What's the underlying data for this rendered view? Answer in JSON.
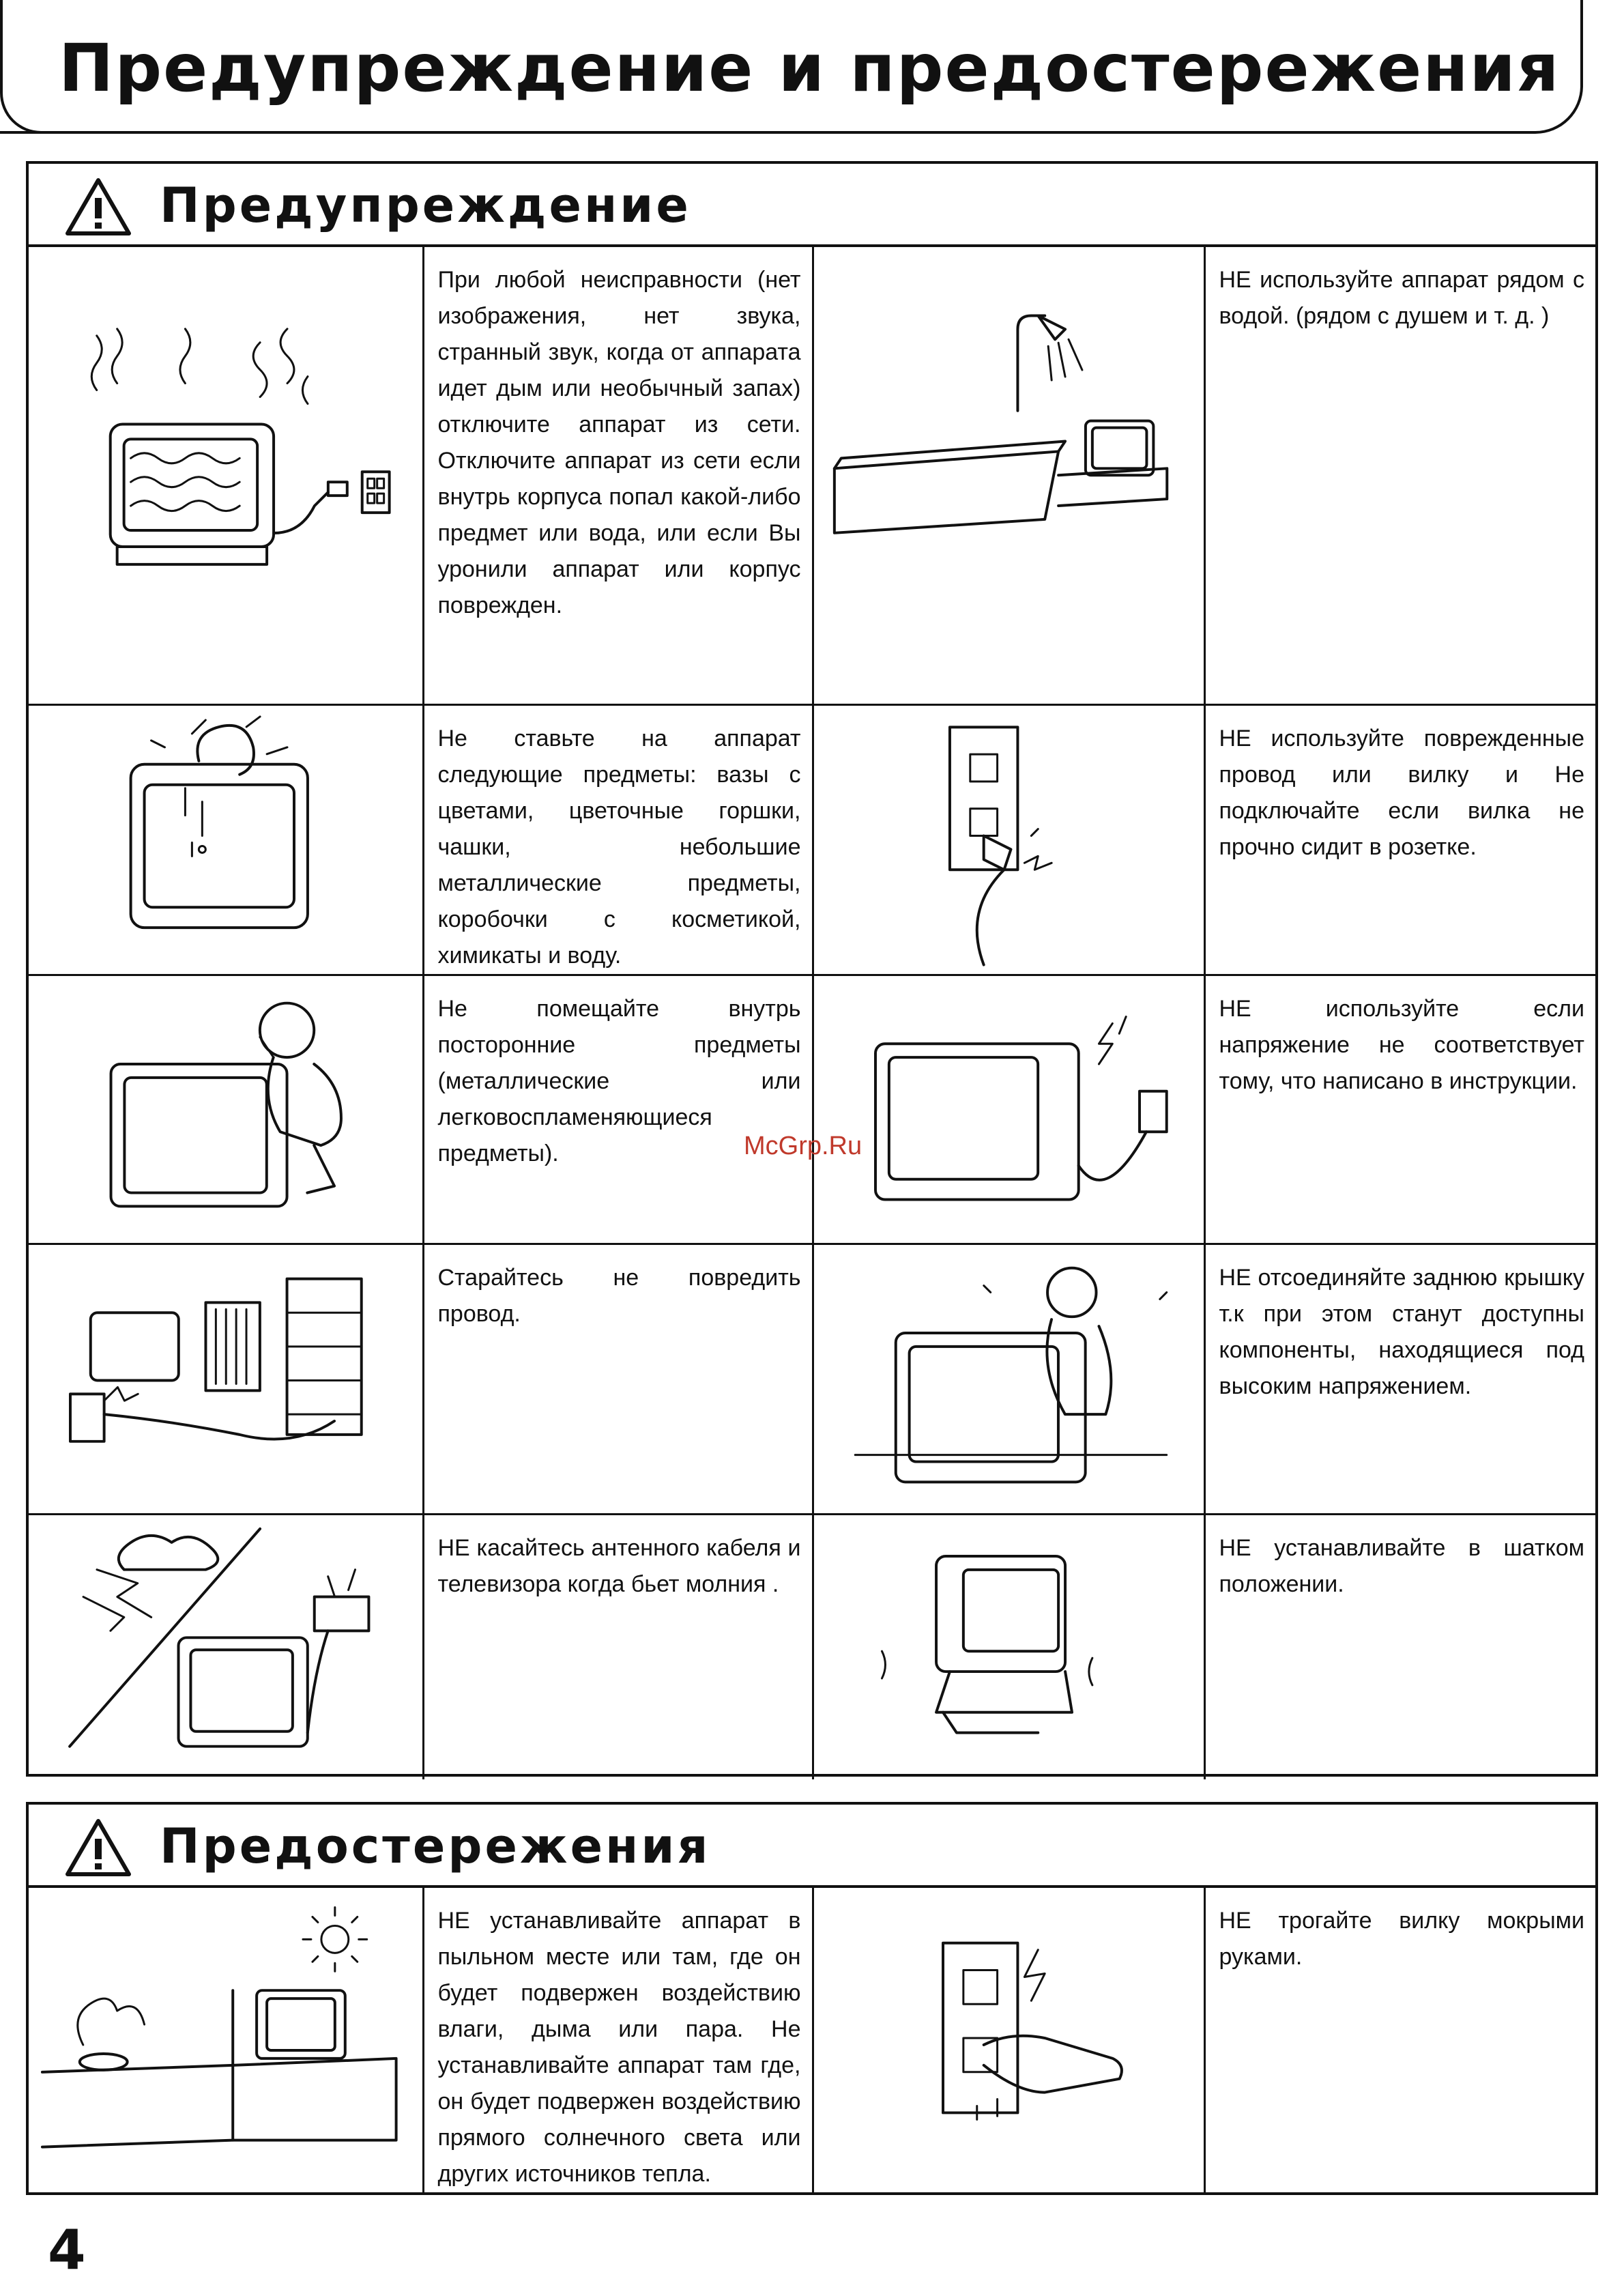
{
  "page": {
    "title": "Предупреждение и предостережения",
    "number": "4",
    "watermark": "McGrp.Ru"
  },
  "warning": {
    "title": "Предупреждение",
    "items": [
      {
        "text": "При любой неисправности (нет изображения, нет звука, странный звук, когда от аппарата идет дым или необычный запах) отключите аппарат из сети. Отключите аппарат из сети если внутрь корпуса попал какой-либо предмет или вода, или если Вы уронили аппарат или корпус поврежден.",
        "icon": "smoking-tv-icon"
      },
      {
        "text": "НЕ используйте аппарат рядом с водой. (рядом с душем и т. д. )",
        "icon": "bathtub-tv-icon"
      },
      {
        "text": "Не ставьте на аппарат следующие предметы: вазы с цветами, цветочные горшки, чашки, небольшие металлические предметы, коробочки с косметикой, химикаты и воду.",
        "icon": "vase-on-tv-icon"
      },
      {
        "text": "НЕ используйте поврежденные провод или вилку и Не подключайте если вилка не прочно сидит в розетке.",
        "icon": "damaged-plug-icon"
      },
      {
        "text": "Не помещайте внутрь посторонние предметы (металлические или легковоспламеняющиеся предметы).",
        "icon": "child-tv-icon"
      },
      {
        "text": "НЕ используйте если напряжение не соответствует тому, что написано в инструкции.",
        "icon": "voltage-tv-icon"
      },
      {
        "text": "Старайтесь не повредить провод.",
        "icon": "cord-damage-icon"
      },
      {
        "text": "НЕ отсоединяйте заднюю крышку т.к при этом станут доступны компоненты, находящиеся под высоким напряжением.",
        "icon": "back-cover-icon"
      },
      {
        "text": "НЕ касайтесь антенного кабеля и телевизора когда бьет молния .",
        "icon": "lightning-tv-icon"
      },
      {
        "text": "НЕ устанавливайте в шатком положении.",
        "icon": "unstable-tv-icon"
      }
    ]
  },
  "caution": {
    "title": "Предостережения",
    "items": [
      {
        "text": "НЕ устанавливайте аппарат в пыльном месте или там, где он будет подвержен воздействию влаги, дыма или пара. Не устанавливайте аппарат там где, он будет подвержен воздействию прямого солнечного света или других источников тепла.",
        "icon": "kitchen-tv-icon"
      },
      {
        "text": "НЕ трогайте вилку мокрыми руками.",
        "icon": "wet-hand-plug-icon"
      }
    ]
  }
}
